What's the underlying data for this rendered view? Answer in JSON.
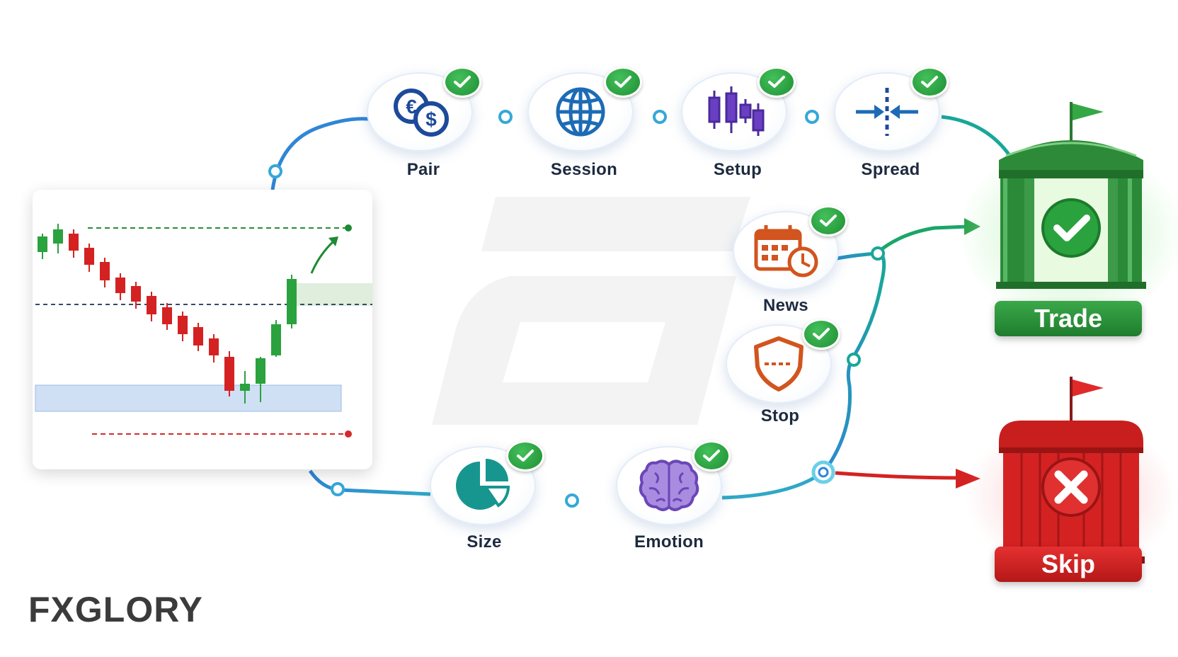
{
  "steps": {
    "pair": "Pair",
    "session": "Session",
    "setup": "Setup",
    "spread": "Spread",
    "news": "News",
    "stop": "Stop",
    "size": "Size",
    "emotion": "Emotion"
  },
  "outcomes": {
    "trade": "Trade",
    "skip": "Skip"
  },
  "brand": {
    "logo_text": "FXGLORY"
  },
  "icons": {
    "pair": "currency-exchange-icon",
    "session": "globe-icon",
    "setup": "candlestick-icon",
    "spread": "spread-arrows-icon",
    "news": "calendar-clock-icon",
    "stop": "shield-icon",
    "size": "pie-chart-icon",
    "emotion": "brain-icon",
    "trade": "green-gate-check-icon",
    "skip": "red-door-x-icon"
  },
  "colors": {
    "path_blue": "#2f86d6",
    "path_teal": "#1aa6a0",
    "check_green": "#2aa23e",
    "trade_green": "#2a9a3c",
    "skip_red": "#d42222",
    "label_dark": "#1d2a3f"
  }
}
